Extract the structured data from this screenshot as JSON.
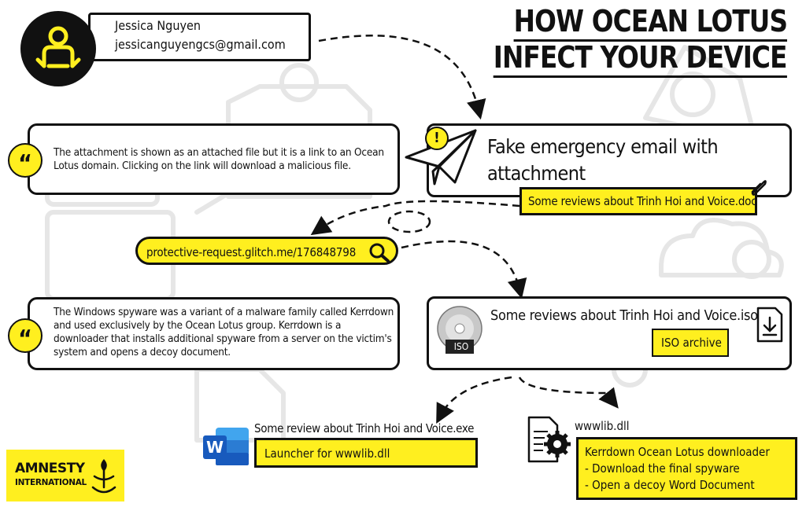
{
  "sender": {
    "name": "Jessica Nguyen",
    "email": "jessicanguyengcs@gmail.com"
  },
  "title": {
    "line1": "HOW OCEAN LOTUS",
    "line2": "INFECT YOUR DEVICE"
  },
  "steps": {
    "email": {
      "heading": "Fake emergency email with attachment",
      "attachment": "Some reviews about Trinh Hoi and Voice.doc"
    },
    "link": {
      "url": "protective-request.glitch.me/176848798"
    },
    "iso": {
      "filename": "Some reviews about Trinh Hoi and Voice.iso",
      "type_label": "ISO archive",
      "disc_label": "ISO"
    },
    "exe": {
      "filename": "Some review about Trinh Hoi and Voice.exe",
      "description": "Launcher for wwwlib.dll"
    },
    "dll": {
      "filename": "wwwlib.dll",
      "lines": [
        "Kerrdown Ocean Lotus downloader",
        "- Download the final spyware",
        "- Open a decoy Word Document"
      ]
    }
  },
  "notes": {
    "attachment_note": "The attachment is shown as an attached file but it is a link to an Ocean Lotus domain. Clicking on the link will download a malicious file.",
    "spyware_note": "The Windows spyware was a variant of a malware family called Kerrdown and used exclusively by the Ocean Lotus group. Kerrdown is a downloader that installs additional spyware from a server on the victim's system and opens a decoy document."
  },
  "logo": {
    "line1": "AMNESTY",
    "line2": "INTERNATIONAL"
  },
  "colors": {
    "accent_yellow": "#ffef1f",
    "ink": "#111111",
    "background_sketch": "#e6e6e6"
  },
  "icons": {
    "sender_avatar": "person-icon",
    "email": "paper-plane-icon",
    "warning": "exclamation-icon",
    "attachment": "paperclip-icon",
    "search": "magnifier-icon",
    "quote": "quote-icon",
    "iso_disc": "disc-icon",
    "download": "download-file-icon",
    "word": "word-icon",
    "dll": "gear-file-icon",
    "logo": "candle-icon"
  }
}
